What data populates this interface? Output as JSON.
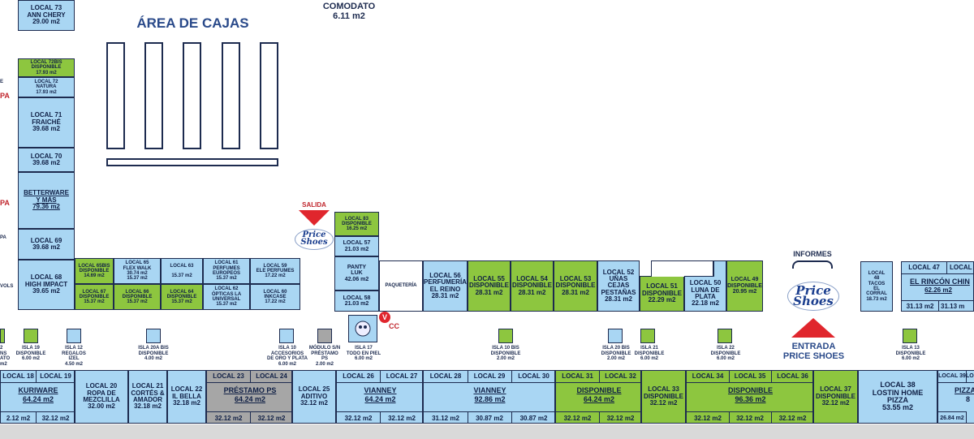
{
  "title": "ÁREA DE CAJAS",
  "comodato": {
    "name": "COMODATO",
    "area": "6.11 m2"
  },
  "colors": {
    "occupied": "#a9d6f3",
    "available": "#8dc63f",
    "loan": "#a6a6a6"
  },
  "labels": {
    "salida": "SALIDA",
    "informes": "INFORMES",
    "entrada": "ENTRADA\nPRICE SHOES",
    "paqueteria": "PAQUETERÍA",
    "price_shoes": "Price\nShoes",
    "vcc": "V",
    "vcc_sub": "CC"
  },
  "left_col": {
    "l73": "LOCAL 73\nANN CHERY\n29.00 m2",
    "l72b": "LOCAL 72BIS\nDISPONIBLE\n17.93 m2",
    "l72": "LOCAL 72\nNATURA\n17.93 m2",
    "l71": "LOCAL 71\nFRAICHÉ\n39.68 m2",
    "l70": "LOCAL 70\n39.68 m2",
    "betterware": "BETTERWARE\nY MÁS\n79.36 m2",
    "l69": "LOCAL 69\n39.68 m2",
    "l68": "LOCAL 68\nHIGH IMPACT\n39.65 m2"
  },
  "edge_fragments": {
    "e": "E",
    "pa1": "PA",
    "pa2": "PA",
    "pa3": "PA",
    "vols": "VOLS"
  },
  "mid_block": {
    "l65b": "LOCAL 65BIS\nDISPONIBLE\n14.69 m2",
    "l65": "LOCAL 65\nFLEX WALK\n30.74 m2\n15.37 m2",
    "l63": "LOCAL 63\n\n15.37 m2",
    "l61": "LOCAL 61\nPERFUMES\nEUROPEOS\n15.37 m2",
    "l59": "LOCAL 59\nELE PERFUMES\n17.22 m2",
    "l67": "LOCAL 67\nDISPONIBLE\n15.37 m2",
    "l66": "LOCAL 66\nDISPONIBLE\n15.37 m2",
    "l64": "LOCAL 64\nDISPONIBLE\n15.37 m2",
    "l62": "LOCAL 62\nÓPTICAS LA\nUNIVERSAL\n15.37 m2",
    "l60": "LOCAL 60\nINKCASE\n17.22 m2"
  },
  "center": {
    "l83": "LOCAL 83\nDISPONIBLE\n16.25 m2",
    "l57": "LOCAL 57\n21.03 m2",
    "panty": "PANTY\nLUK\n42.06 m2",
    "l58": "LOCAL 58\n21.03 m2",
    "l56": "LOCAL 56\nPERFUMERÍA\nEL REINO\n28.31 m2",
    "l55": "LOCAL 55\nDISPONIBLE\n28.31 m2",
    "l54": "LOCAL 54\nDISPONIBLE\n28.31 m2",
    "l53": "LOCAL 53\nDISPONIBLE\n28.31 m2",
    "l52": "LOCAL 52\nUÑAS\nCEJAS\nPESTAÑAS\n28.31 m2",
    "l51": "LOCAL 51\nDISPONIBLE\n22.29 m2",
    "l50": "LOCAL 50\nLUNA DE\nPLATA\n22.18 m2",
    "l49": "LOCAL 49\nDISPONIBLE\n20.95 m2"
  },
  "right_block": {
    "l48": "LOCAL\n48\nTACOS\nEL\nCORRAL\n18.73 m2",
    "l47": "LOCAL 47",
    "local_frag": "LOCAL",
    "rincon": "EL RINCÓN CHIN",
    "rincon_area": "62.26 m2",
    "a1": "31.13 m2",
    "a2": "31.13 m"
  },
  "islands": [
    {
      "label": "2\nNS\nATO\nm2",
      "fill": "available"
    },
    {
      "label": "ISLA 19\nDISPONIBLE\n6.00 m2",
      "fill": "available"
    },
    {
      "label": "ISLA 12\nREGALOS\nIZEL\n4.50 m2",
      "fill": "occupied"
    },
    {
      "label": "ISLA 20A BIS\nDISPONIBLE\n4.00 m2",
      "fill": "occupied"
    },
    {
      "label": "ISLA 10\nACCESORIOS\nDE ORO Y PLATA\n6.00 m2",
      "fill": "occupied"
    },
    {
      "label": "MÓDULO S/N\nPRÉSTAMO\nPS\n2.00 m2",
      "fill": "loan"
    },
    {
      "label": "ISLA 17\nTODO EN PIEL\n6.00 m2",
      "fill": "occupied"
    },
    {
      "label": "ISLA 10 BIS\nDISPONIBLE\n2.00 m2",
      "fill": "available"
    },
    {
      "label": "ISLA 20 BIS\nDISPONIBLE\n2.00 m2",
      "fill": "occupied"
    },
    {
      "label": "ISLA 21\nDISPONIBLE\n6.00 m2",
      "fill": "available"
    },
    {
      "label": "ISLA 22\nDISPONIBLE\n6.00 m2",
      "fill": "available"
    },
    {
      "label": "ISLA 13\nDISPONIBLE\n6.00 m2",
      "fill": "available"
    }
  ],
  "bottom": {
    "l18": "LOCAL 18",
    "l19": "LOCAL 19",
    "kuriware": "KURIWARE",
    "kuri_area": "64.24 m2",
    "a18": "2.12 m2",
    "a19": "32.12 m2",
    "l20": "LOCAL 20\nROPA DE\nMEZCLILLA\n32.00 m2",
    "l21": "LOCAL 21\nCORTÉS &\nAMADOR\n32.18 m2",
    "l22": "LOCAL 22\nIL BELLA\n32.18 m2",
    "l23": "LOCAL 23",
    "l24": "LOCAL 24",
    "prestamo": "PRÉSTAMO PS",
    "prestamo_area": "64.24 m2",
    "a23": "32.12 m2",
    "a24": "32.12 m2",
    "l25": "LOCAL 25\nADITIVO\n32.12 m2",
    "l26": "LOCAL 26",
    "l27": "LOCAL 27",
    "vianney1": "VIANNEY",
    "v1_area": "64.24 m2",
    "a26": "32.12 m2",
    "a27": "32.12 m2",
    "l28": "LOCAL 28",
    "l29": "LOCAL 29",
    "l30": "LOCAL 30",
    "vianney2": "VIANNEY",
    "v2_area": "92.86 m2",
    "a28": "31.12 m2",
    "a29": "30.87 m2",
    "a30": "30.87 m2",
    "l31": "LOCAL 31",
    "l32": "LOCAL 32",
    "disp1": "DISPONIBLE",
    "disp1_area": "64.24 m2",
    "a31": "32.12 m2",
    "a32": "32.12 m2",
    "l33": "LOCAL 33\nDISPONIBLE\n32.12 m2",
    "l34": "LOCAL 34",
    "l35": "LOCAL 35",
    "l36": "LOCAL 36",
    "disp2": "DISPONIBLE",
    "disp2_area": "96.36 m2",
    "a34": "32.12 m2",
    "a35": "32.12 m2",
    "a36": "32.12 m2",
    "l37": "LOCAL 37\nDISPONIBLE\n32.12 m2",
    "l38": "LOCAL 38\nLOSTIN HOME\nPIZZA\n53.55 m2",
    "l39": "LOCAL 39",
    "l39b": "LOCA",
    "pizza": "PIZZA",
    "a39": "26.84 m2",
    "a39b": "8"
  }
}
